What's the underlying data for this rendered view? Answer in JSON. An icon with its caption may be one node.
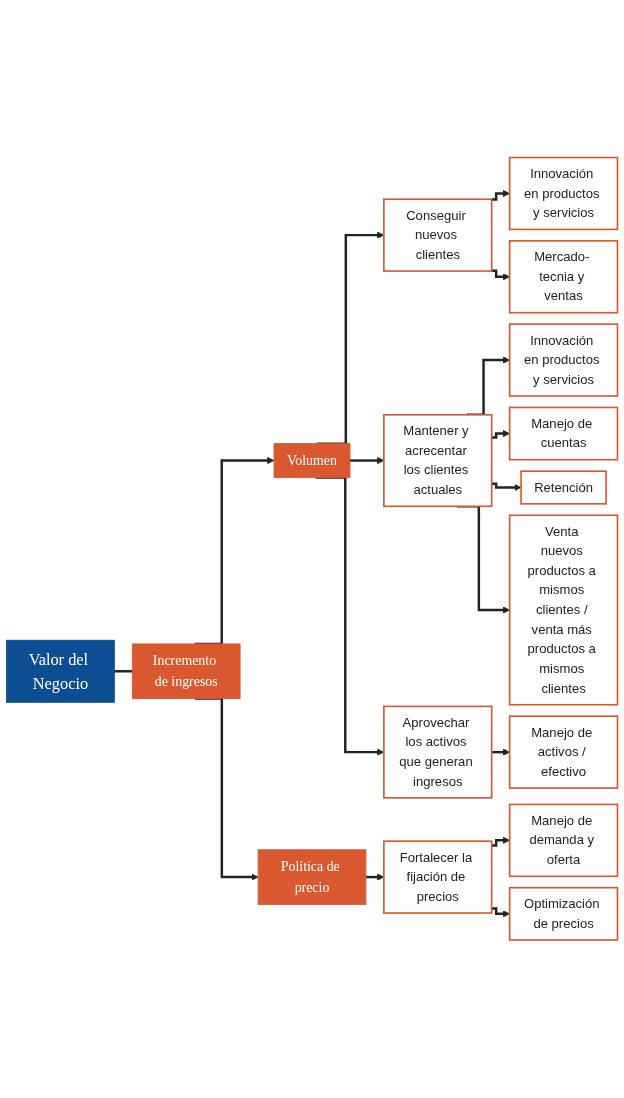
{
  "diagram": {
    "nodes": [
      {
        "text": [
          "Valor del Negocio"
        ]
      },
      {
        "text": [
          "Incremento de ingresos"
        ]
      },
      {
        "text": [
          "Volumen"
        ]
      },
      {
        "text": [
          "Política de precio"
        ]
      },
      {
        "text": [
          "Conseguir nuevos clientes"
        ]
      },
      {
        "text": [
          "Mantener y acrecentar los clientes actuales"
        ]
      },
      {
        "text": [
          "Aprovechar los activos que generan ingresos"
        ]
      },
      {
        "text": [
          "Innovación en productos y servicios"
        ]
      },
      {
        "text": [
          "Mercado- tecnia y ventas"
        ]
      },
      {
        "text": [
          "Innovación en productos y servicios"
        ]
      },
      {
        "text": [
          "Manejo de cuentas"
        ]
      },
      {
        "text": [
          "Retención"
        ]
      },
      {
        "text": [
          "Venta nuevos productos a mismos clientes / venta más productos a mismos clientes"
        ]
      },
      {
        "text": [
          "Manejo de activos / efectivo"
        ]
      },
      {
        "text": [
          "Fortalecer la fijación de precios"
        ]
      },
      {
        "text": [
          "Manejo de demanda y oferta"
        ]
      },
      {
        "text": [
          "Optimización de precios"
        ]
      }
    ],
    "edges": [
      {
        "from": 0,
        "to": 1,
        "arrow": "none"
      },
      {
        "from": 1,
        "to": 2,
        "arrow": "to"
      },
      {
        "from": 1,
        "to": 3,
        "arrow": "to"
      },
      {
        "from": 2,
        "to": 4,
        "arrow": "to"
      },
      {
        "from": 2,
        "to": 5,
        "arrow": "to"
      },
      {
        "from": 2,
        "to": 6,
        "arrow": "to"
      },
      {
        "from": 3,
        "to": 14,
        "arrow": "to"
      },
      {
        "from": 4,
        "to": 7,
        "arrow": "to"
      },
      {
        "from": 4,
        "to": 8,
        "arrow": "to"
      },
      {
        "from": 5,
        "to": 9,
        "arrow": "to"
      },
      {
        "from": 5,
        "to": 10,
        "arrow": "to"
      },
      {
        "from": 5,
        "to": 11,
        "arrow": "to"
      },
      {
        "from": 5,
        "to": 12,
        "arrow": "to"
      },
      {
        "from": 6,
        "to": 13,
        "arrow": "to"
      },
      {
        "from": 14,
        "to": 15,
        "arrow": "to"
      },
      {
        "from": 14,
        "to": 16,
        "arrow": "to"
      }
    ]
  }
}
